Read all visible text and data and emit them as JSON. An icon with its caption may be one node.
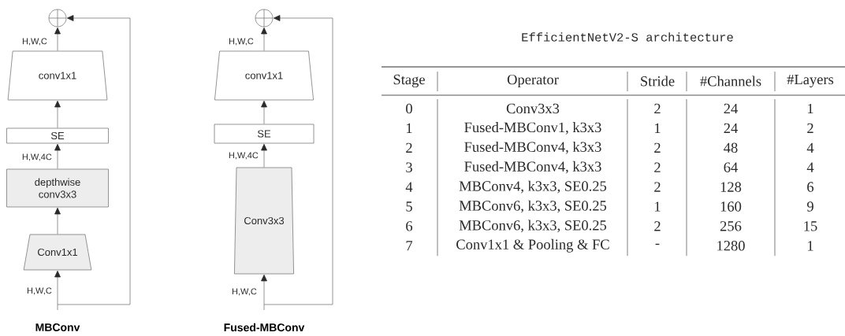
{
  "diagram": {
    "title": "EfficientNetV2-S architecture",
    "nodes": [
      {
        "text": [],
        "shape": "circle"
      },
      {
        "text": [
          "conv1x1"
        ]
      },
      {
        "text": [
          "SE"
        ]
      },
      {
        "text": [
          "depthwise conv3x3"
        ]
      },
      {
        "text": [
          "Conv1x1"
        ]
      },
      {
        "text": [],
        "shape": "circle"
      },
      {
        "text": [
          "conv1x1"
        ]
      },
      {
        "text": [
          "SE"
        ]
      },
      {
        "text": [
          "Conv3x3"
        ]
      }
    ],
    "edges": [
      {
        "from": null,
        "to": 4,
        "arrow": "to",
        "label": "H,W,C"
      },
      {
        "from": 4,
        "to": 3,
        "arrow": "to"
      },
      {
        "from": 3,
        "to": 2,
        "arrow": "to",
        "label": "H,W,4C"
      },
      {
        "from": 2,
        "to": 1,
        "arrow": "to"
      },
      {
        "from": 1,
        "to": 0,
        "arrow": "to",
        "label": "H,W,C"
      },
      {
        "from": null,
        "to": 0,
        "arrow": "to"
      },
      {
        "from": null,
        "to": 8,
        "arrow": "to",
        "label": "H,W,C"
      },
      {
        "from": 8,
        "to": 7,
        "arrow": "to",
        "label": "H,W,4C"
      },
      {
        "from": 7,
        "to": 6,
        "arrow": "to"
      },
      {
        "from": 6,
        "to": 5,
        "arrow": "to",
        "label": "H,W,C"
      },
      {
        "from": null,
        "to": 5,
        "arrow": "to"
      }
    ],
    "labels": [
      "MBConv",
      "Fused-MBConv",
      "Stage",
      "Operator",
      "Stride",
      "#Channels",
      "#Layers",
      "0",
      "Conv3x3",
      "2",
      "24",
      "1",
      "1",
      "Fused-MBConv1, k3x3",
      "1",
      "24",
      "2",
      "2",
      "Fused-MBConv4, k3x3",
      "2",
      "48",
      "4",
      "3",
      "Fused-MBConv4, k3x3",
      "2",
      "64",
      "4",
      "4",
      "MBConv4, k3x3, SE0.25",
      "2",
      "128",
      "6",
      "5",
      "MBConv6, k3x3, SE0.25",
      "1",
      "160",
      "9",
      "6",
      "MBConv6, k3x3, SE0.25",
      "2",
      "256",
      "15",
      "7",
      "Conv1x1 & Pooling & FC",
      "-",
      "1280",
      "1"
    ]
  }
}
